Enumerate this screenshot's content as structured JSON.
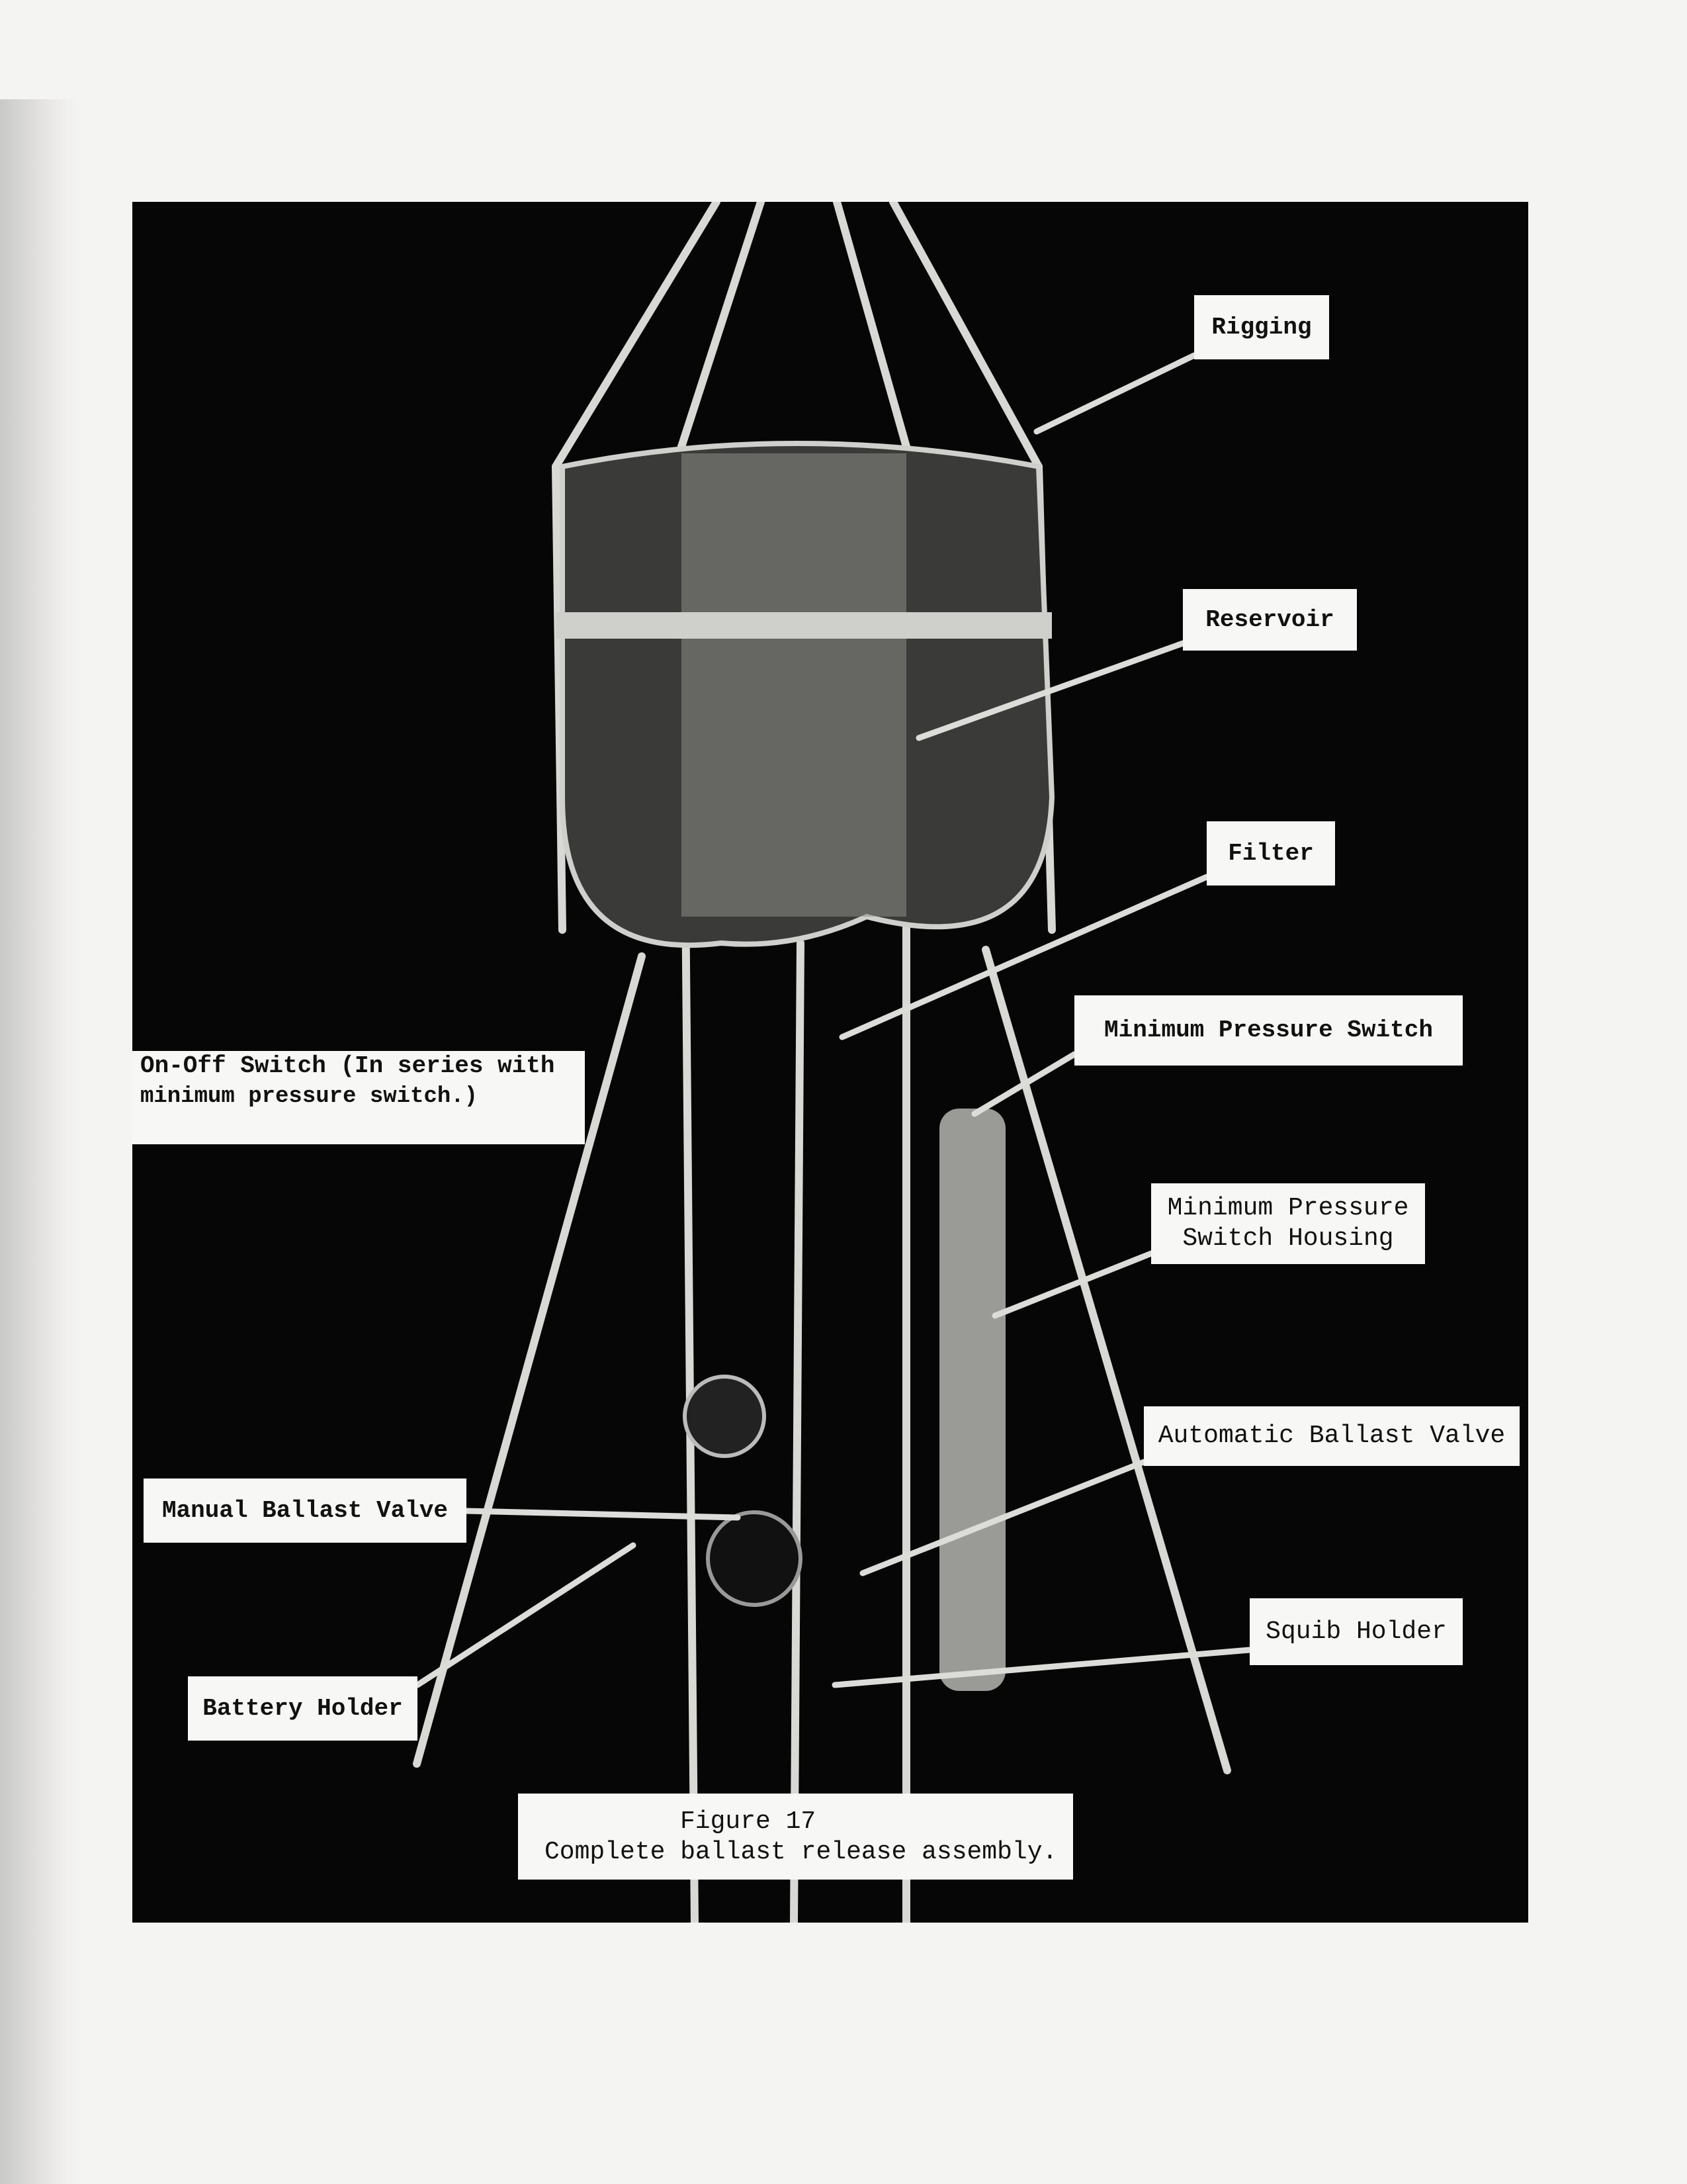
{
  "figure": {
    "number_label": "Figure 17",
    "caption": "Complete ballast release assembly."
  },
  "labels": {
    "rigging": "Rigging",
    "reservoir": "Reservoir",
    "filter": "Filter",
    "minimum_pressure_switch": "Minimum Pressure Switch",
    "on_off_switch_line1": "On-Off Switch (In series with",
    "on_off_switch_line2": "minimum pressure switch.)",
    "housing_line1": "Minimum Pressure",
    "housing_line2": "Switch Housing",
    "automatic_ballast_valve": "Automatic Ballast Valve",
    "manual_ballast_valve": "Manual Ballast Valve",
    "squib_holder": "Squib Holder",
    "battery_holder": "Battery Holder"
  }
}
